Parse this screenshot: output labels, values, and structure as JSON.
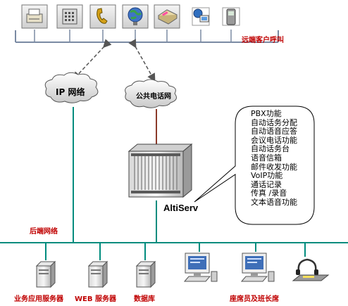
{
  "remote_clients_label": "远端客户呼叫",
  "ip_network_label": "IP 网络",
  "pstn_label": "公共电话网",
  "server_label": "AltiServ",
  "backend_network_label": "后端网络",
  "features": [
    "PBX功能",
    "自动话务分配",
    "自动语音应答",
    "会议电话功能",
    "自动话务台",
    "语音信箱",
    "邮件收发功能",
    "VoIP功能",
    "通话记录",
    "传真 /录音",
    "文本语音功能"
  ],
  "bottom_labels": {
    "app_server": "业务应用服务器",
    "web_server": "WEB 服务器",
    "database": "数据库",
    "agents": "座席员及班长席"
  },
  "top_icons": [
    "fax-icon",
    "phone-icon",
    "handset-icon",
    "globe-icon",
    "printer-icon",
    "network-computer-icon",
    "mobile-phone-icon"
  ],
  "colors": {
    "lan_line": "#008c7e",
    "pstn_link": "#8b3a2a",
    "label_red": "#c00000",
    "bus": "#7a8aa3"
  }
}
